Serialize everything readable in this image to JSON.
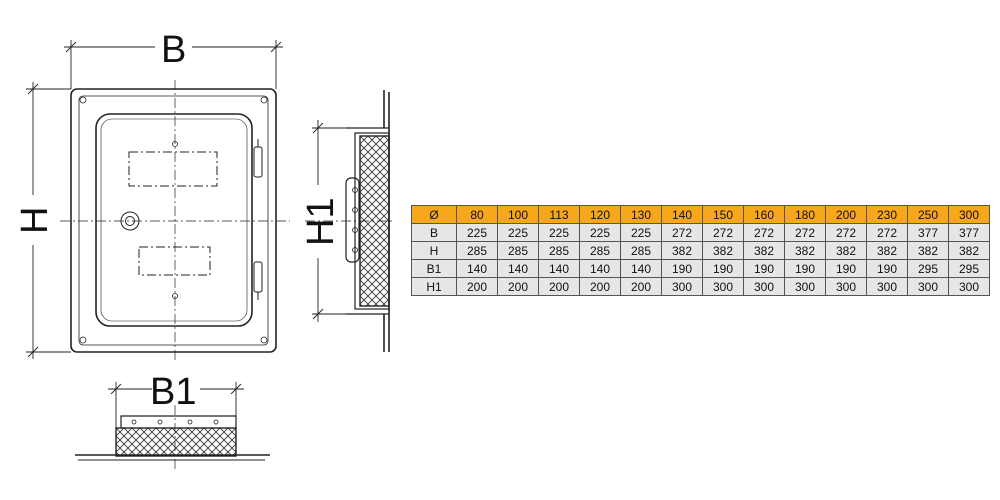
{
  "labels": {
    "b": "B",
    "h": "H",
    "h1": "H1",
    "b1": "B1"
  },
  "table": {
    "header": [
      "Ø",
      "80",
      "100",
      "113",
      "120",
      "130",
      "140",
      "150",
      "160",
      "180",
      "200",
      "230",
      "250",
      "300"
    ],
    "rows": [
      [
        "B",
        "225",
        "225",
        "225",
        "225",
        "225",
        "272",
        "272",
        "272",
        "272",
        "272",
        "272",
        "377",
        "377"
      ],
      [
        "H",
        "285",
        "285",
        "285",
        "285",
        "285",
        "382",
        "382",
        "382",
        "382",
        "382",
        "382",
        "382",
        "382"
      ],
      [
        "B1",
        "140",
        "140",
        "140",
        "140",
        "140",
        "190",
        "190",
        "190",
        "190",
        "190",
        "190",
        "295",
        "295"
      ],
      [
        "H1",
        "200",
        "200",
        "200",
        "200",
        "200",
        "300",
        "300",
        "300",
        "300",
        "300",
        "300",
        "300",
        "300"
      ]
    ]
  },
  "colors": {
    "header_bg": "#f7a71c",
    "row_bg": "#e6e6e6"
  }
}
